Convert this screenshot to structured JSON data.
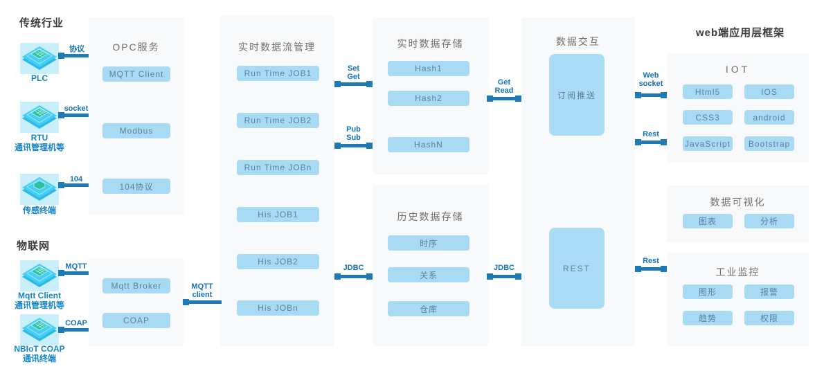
{
  "sections": {
    "legacy_header": "传统行业",
    "iotnet_header": "物联网",
    "web_header": "web端应用层框架"
  },
  "devices": [
    {
      "id": "plc",
      "label1": "PLC",
      "label2": "",
      "conn_label": "协议"
    },
    {
      "id": "rtu",
      "label1": "RTU",
      "label2": "通讯管理机等",
      "conn_label": "socket"
    },
    {
      "id": "sensor",
      "label1": "传感终端",
      "label2": "",
      "conn_label": "104"
    },
    {
      "id": "mqtt_client",
      "label1": "Mqtt Client",
      "label2": "通讯管理机等",
      "conn_label": "MQTT"
    },
    {
      "id": "nbiot",
      "label1": "NBIoT COAP",
      "label2": "通讯终端",
      "conn_label": "COAP"
    }
  ],
  "panels": {
    "opc": {
      "title": "OPC服务",
      "buttons": [
        "MQTT Client",
        "Modbus",
        "104协议"
      ]
    },
    "stream": {
      "title": "实时数据流管理",
      "buttons": [
        "Run Time JOB1",
        "Run Time JOB2",
        "Run Time JOBn",
        "His JOB1",
        "His JOB2",
        "His JOBn"
      ]
    },
    "rtstore": {
      "title": "实时数据存储",
      "buttons": [
        "Hash1",
        "Hash2",
        "HashN"
      ]
    },
    "histstore": {
      "title": "历史数据存储",
      "buttons": [
        "时序",
        "关系",
        "仓库"
      ]
    },
    "gateway": {
      "title": "",
      "buttons": [
        "Mqtt Broker",
        "COAP"
      ]
    },
    "exchange": {
      "title": "数据交互",
      "blocks": [
        "订阅推送",
        "REST"
      ]
    },
    "iot": {
      "title": "IOT",
      "buttons": [
        "Html5",
        "IOS",
        "CSS3",
        "android",
        "JavaScript",
        "Bootstrap"
      ]
    },
    "dataviz": {
      "title": "数据可视化",
      "buttons": [
        "图表",
        "分析"
      ]
    },
    "monitor": {
      "title": "工业监控",
      "buttons": [
        "图形",
        "报警",
        "趋势",
        "权限"
      ]
    }
  },
  "connectors": {
    "set_get": {
      "line1": "Set",
      "line2": "Get"
    },
    "pub_sub": {
      "line1": "Pub",
      "line2": "Sub"
    },
    "get_read": {
      "line1": "Get",
      "line2": "Read"
    },
    "jdbc_left": {
      "label": "JDBC"
    },
    "jdbc_right": {
      "label": "JDBC"
    },
    "web_socket": {
      "line1": "Web",
      "line2": "socket"
    },
    "rest_top": {
      "label": "Rest"
    },
    "rest_bottom": {
      "label": "Rest"
    },
    "mqtt_client": {
      "line1": "MQTT",
      "line2": "client"
    }
  },
  "colors": {
    "accent_blue": "#1d7ab5",
    "label_blue": "#1385c7",
    "button_fill": "#a9daf3",
    "button_text": "#587fa2",
    "panel_bg": "#f8f9fa",
    "header_text": "#3b3b3b",
    "icon_cyan": "#3cc8f2"
  }
}
